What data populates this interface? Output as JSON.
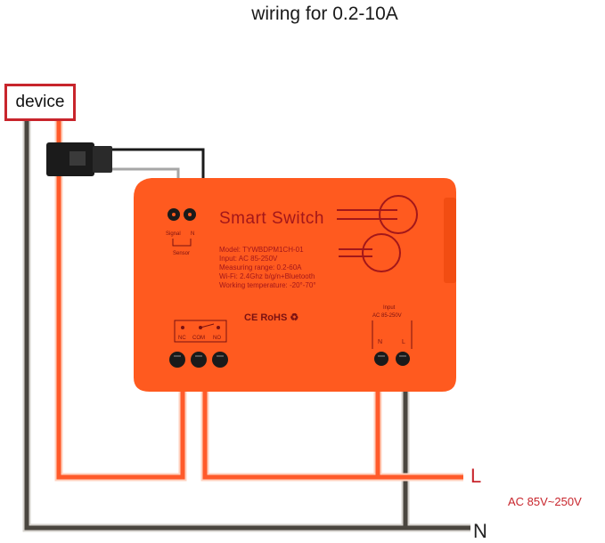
{
  "caption": "wiring for 0.2-10A",
  "device_label": "device",
  "terminals": {
    "live": "L",
    "neutral": "N"
  },
  "ac_range": "AC 85V~250V",
  "module": {
    "title": "Smart Switch",
    "specs": [
      "Model: TYWBDPM1CH-01",
      "Input: AC 85-250V",
      "Measuring range: 0.2-60A",
      "Wi-Fi: 2.4Ghz b/g/n+Bluetooth",
      "Working temperature: -20°-70°"
    ],
    "certs": "CE RoHS ♻",
    "sensor_pins": [
      "Signal",
      "N"
    ],
    "sensor_caption": "Sensor",
    "relay_pins": [
      "NC",
      "COM",
      "NO"
    ],
    "input_caption": "Input",
    "input_range": "AC 85-250V",
    "input_pins": [
      "N",
      "L"
    ]
  },
  "colors": {
    "module": "#ff5a1f",
    "live_wire": "#ff5a2a",
    "neutral_wire": "#4a463f",
    "accent_red": "#c8252c"
  }
}
